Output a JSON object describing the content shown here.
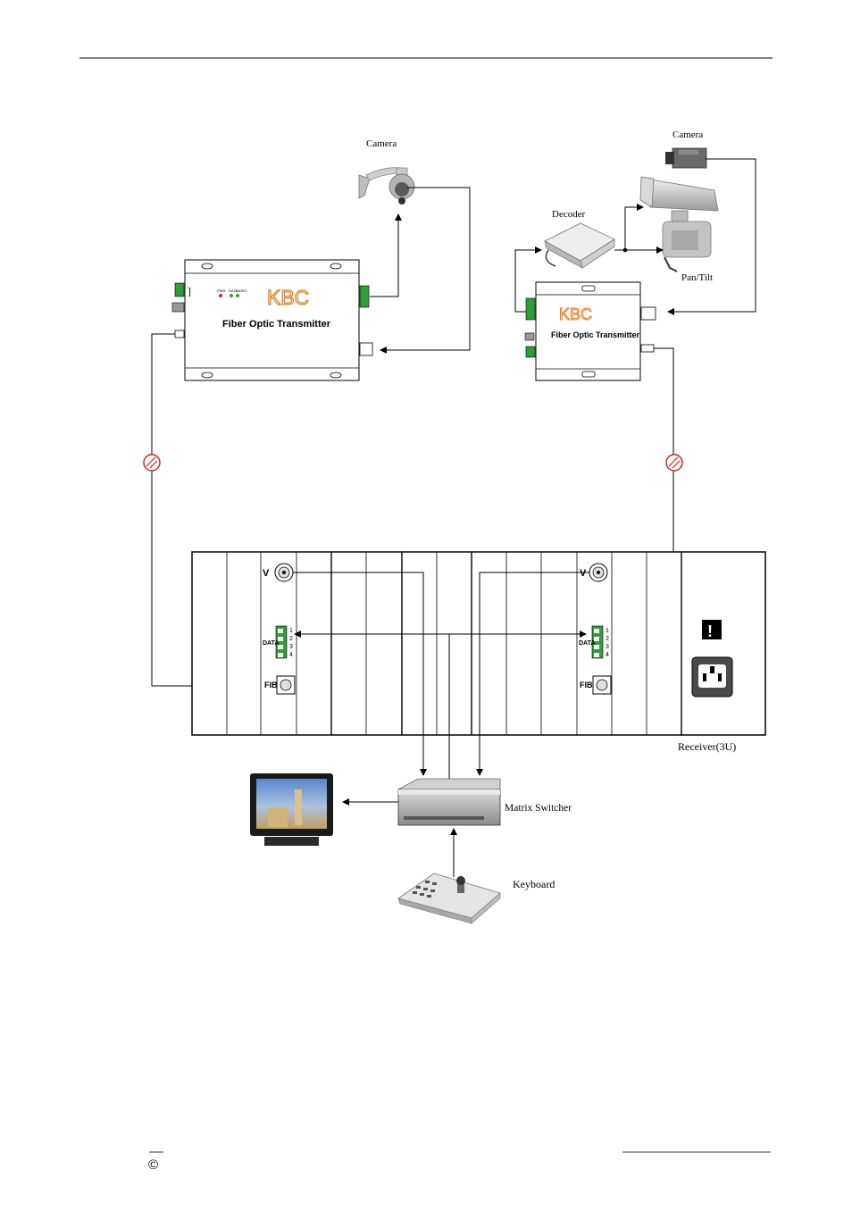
{
  "labels": {
    "camera_dome": "Camera",
    "camera_box": "Camera",
    "decoder": "Decoder",
    "pan_tilt": "Pan/Tilt",
    "receiver": "Receiver(3U)",
    "matrix_switcher": "Matrix Switcher",
    "keyboard": "Keyboard"
  },
  "transmitter_left": {
    "brand": "KBC",
    "title": "Fiber Optic Transmitter",
    "led_labels": [
      "PWR",
      "DATA",
      "VIDEO"
    ]
  },
  "transmitter_right": {
    "brand": "KBC",
    "title": "Fiber Optic Transmitter"
  },
  "receiver_card": {
    "video_label": "V",
    "data_label": "DATA",
    "fiber_label": "FIB",
    "pins": [
      "1",
      "2",
      "3",
      "4"
    ]
  },
  "warning_symbol": "!",
  "footer": {
    "copyright_symbol": "©"
  },
  "colors": {
    "brand_orange": "#e07a1a",
    "terminal_green": "#2e9e3a",
    "led_red": "#d42020",
    "led_green": "#2aa02a",
    "fiber_red": "#d81818"
  }
}
